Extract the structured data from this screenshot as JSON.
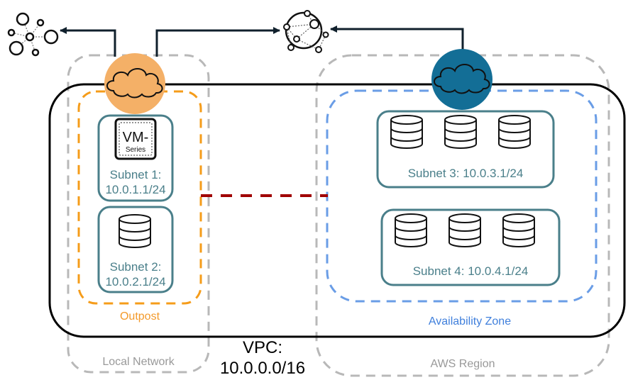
{
  "colors": {
    "local_network_border": "#b8b8b8",
    "aws_region_border": "#b8b8b8",
    "vpc_border": "#000000",
    "outpost_border": "#f59c1a",
    "availability_zone_border": "#6a9de6",
    "subnet_border": "#4a7f8a",
    "peering_line": "#a00000",
    "arrow": "#10202c",
    "outpost_gateway_fill": "#f4b067",
    "aws_gateway_fill": "#136e96"
  },
  "regions": {
    "local_network": {
      "label": "Local Network"
    },
    "aws_region": {
      "label": "AWS Region"
    },
    "vpc": {
      "label_line1": "VPC:",
      "label_line2": "10.0.0.0/16"
    },
    "outpost": {
      "label": "Outpost"
    },
    "availability_zone": {
      "label": "Availability Zone"
    }
  },
  "subnets": [
    {
      "name": "Subnet 1",
      "line1": "Subnet 1:",
      "line2": "10.0.1.1/24",
      "contents": "vm-series-firewall"
    },
    {
      "name": "Subnet 2",
      "line1": "Subnet 2:",
      "line2": "10.0.2.1/24",
      "contents": "database"
    },
    {
      "name": "Subnet 3",
      "label": "Subnet 3: 10.0.3.1/24",
      "contents": "database x3"
    },
    {
      "name": "Subnet 4",
      "label": "Subnet 4: 10.0.4.1/24",
      "contents": "database x3"
    }
  ],
  "vm_series": {
    "line1": "VM-",
    "line2": "Series"
  },
  "icons": {
    "local_network_nodes": "network-nodes-icon",
    "internet_globe": "globe-network-icon",
    "outpost_gateway": "cloud-icon",
    "aws_gateway": "cloud-icon",
    "database": "database-icon"
  }
}
